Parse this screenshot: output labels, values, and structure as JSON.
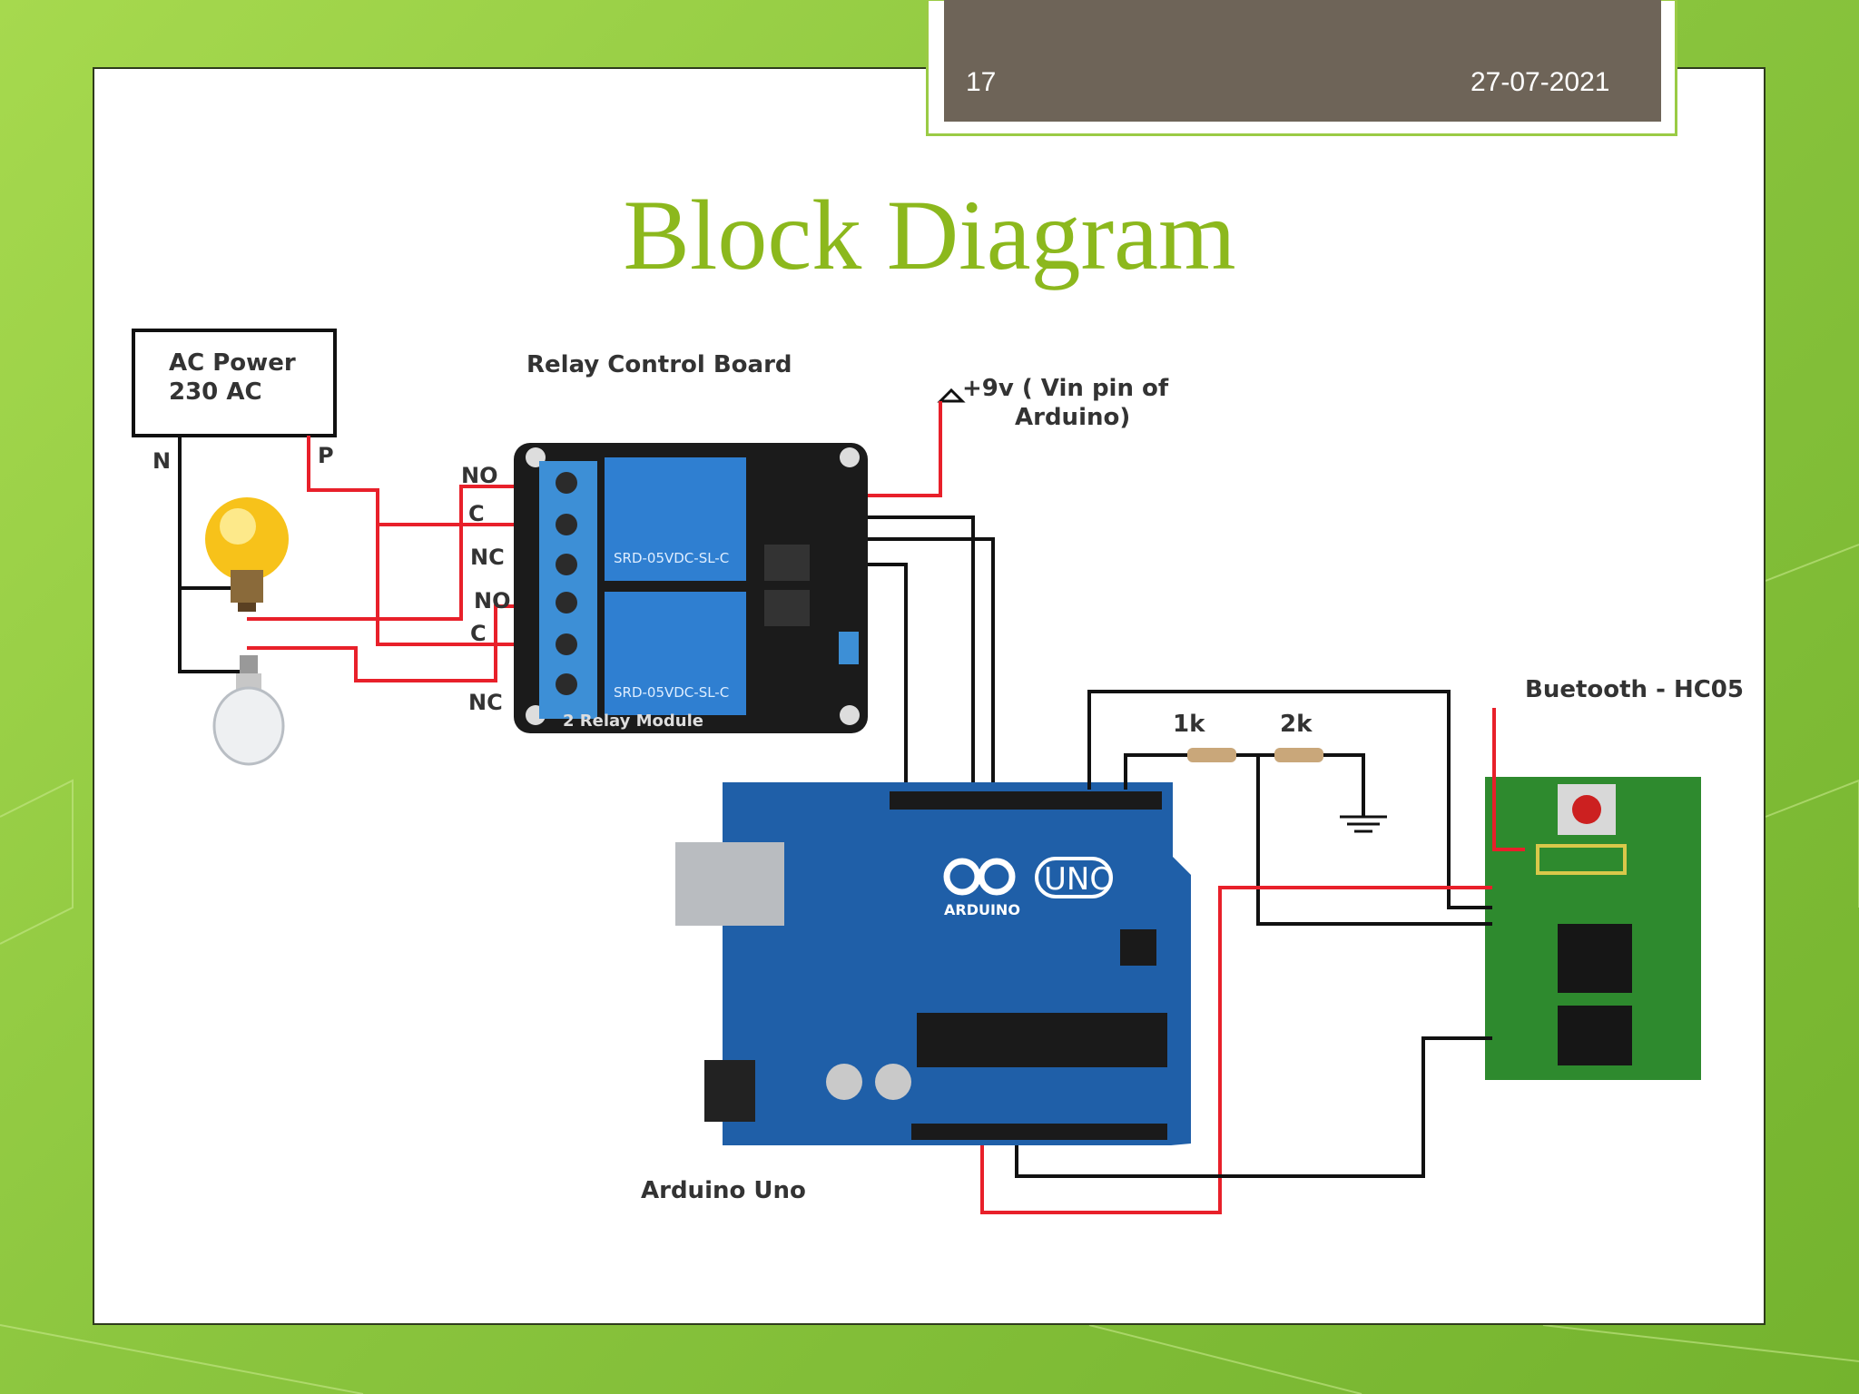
{
  "slide": {
    "number": "17",
    "date": "27-07-2021",
    "title": "Block Diagram"
  },
  "diagram": {
    "ac_power": {
      "line1": "AC Power",
      "line2": "230 AC"
    },
    "wire_labels": {
      "neutral": "N",
      "phase": "P"
    },
    "relay_board": {
      "title": "Relay Control  Board",
      "module_text": "2 Relay Module",
      "relay_part": "SRD-05VDC-SL-C",
      "terminals": [
        "NO",
        "C",
        "NC",
        "NO",
        "C",
        "NC"
      ]
    },
    "vin": {
      "line1": "+9v ( Vin pin of",
      "line2": "Arduino)"
    },
    "resistors": [
      "1k",
      "2k"
    ],
    "bluetooth": {
      "label": "Buetooth - HC05"
    },
    "arduino": {
      "label": "Arduino Uno",
      "logo_text": "UNO",
      "brand": "ARDUINO"
    }
  },
  "colors": {
    "title": "#8cb81d",
    "tab": "#6e6458",
    "wire_red": "#e8202a",
    "board_blue": "#1f5fa8",
    "bt_green": "#2e8a2e"
  }
}
